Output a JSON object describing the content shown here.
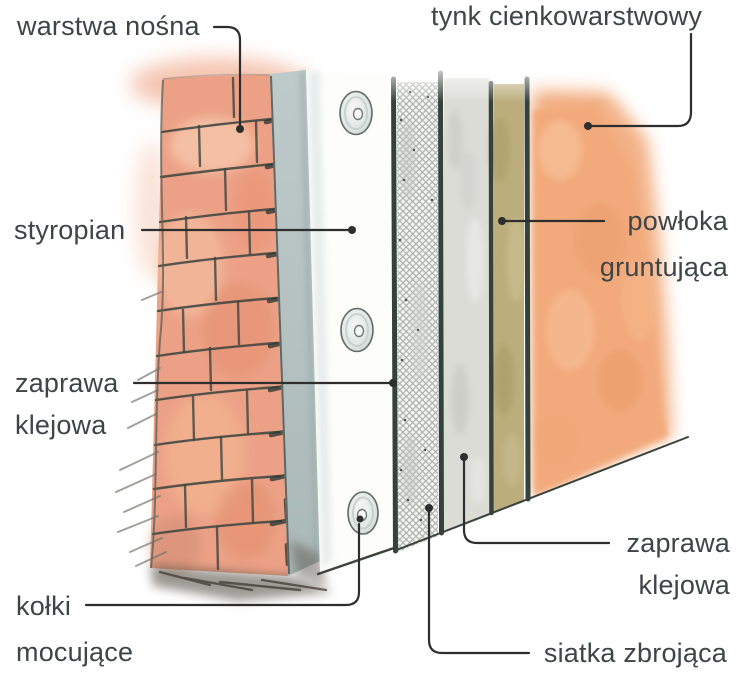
{
  "diagram": {
    "subject": "wall insulation cross-section",
    "labels": {
      "warstwa_nosna": "warstwa nośna",
      "tynk_cienkowarstwowy": "tynk cienkowarstwowy",
      "styropian": "styropian",
      "zaprawa_klejowa_left": {
        "line1": "zaprawa",
        "line2": "klejowa"
      },
      "powloka_gruntujaca": {
        "line1": "powłoka",
        "line2": "gruntująca"
      },
      "zaprawa_klejowa_right": {
        "line1": "zaprawa",
        "line2": "klejowa"
      },
      "kolki_mocujace": {
        "line1": "kołki",
        "line2": "mocujące"
      },
      "siatka_zbrojaca": "siatka zbrojąca"
    },
    "colors": {
      "brick": "#eca186",
      "brick_light": "#f6c4aa",
      "brick_dark": "#de8165",
      "adhesive_strip": "#b5c1c1",
      "styrofoam": "#fdfdfb",
      "layer_line": "#35423b",
      "mesh_bg": "#f3f3f0",
      "mesh_line": "#a9aeaa",
      "adhesive_coat": "#dcdcd7",
      "primer": "#bcae7c",
      "plaster": "#f2aa7c",
      "label_text": "#3f4447",
      "leader": "#2e2e2e"
    }
  }
}
